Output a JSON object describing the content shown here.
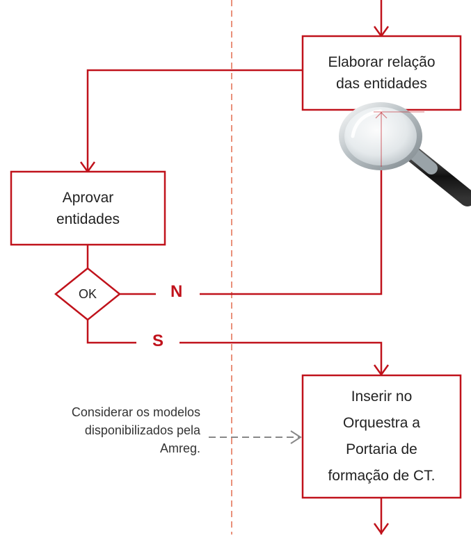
{
  "diagram": {
    "steps": {
      "elaborar": "Elaborar relação\ndas entidades",
      "aprovar": "Aprovar\nentidades",
      "inserir": "Inserir no\nOrquestra a\nPortaria de\nformação de CT."
    },
    "decision": {
      "label": "OK"
    },
    "branches": {
      "no": "N",
      "yes": "S"
    },
    "note": "Considerar os modelos\ndisponibilizados pela\nAmreg.",
    "colors": {
      "flow": "#c0121b",
      "divider": "#e9907a",
      "note_arrow": "#888888",
      "text": "#222222"
    },
    "icons": [
      "magnifying-glass-icon"
    ]
  }
}
